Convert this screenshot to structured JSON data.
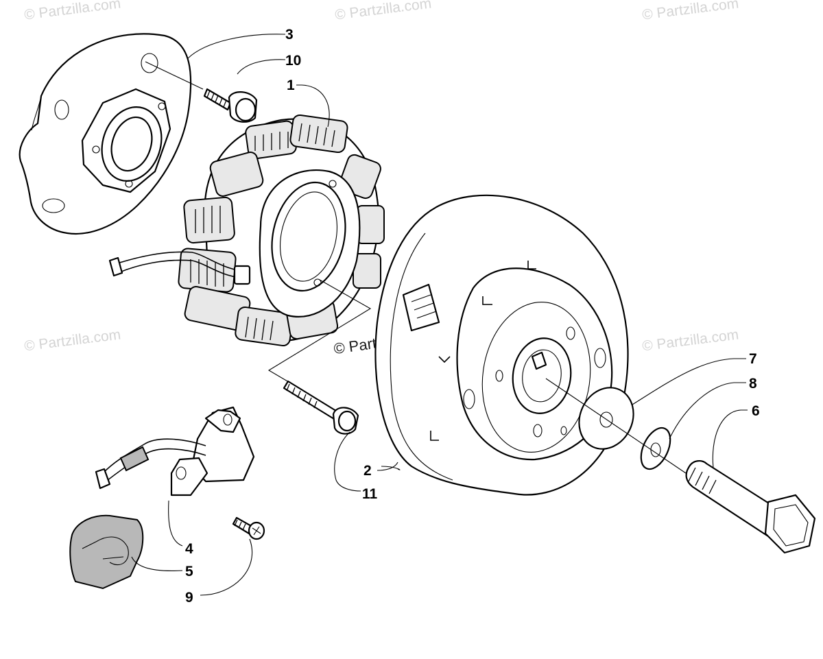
{
  "watermarks": {
    "top_left": "© Partzilla.com",
    "top_center": "© Partzilla.com",
    "top_right": "© Partzilla.com",
    "mid_left": "© Partzilla.com",
    "mid_center": "© Partzilla.com",
    "mid_right": "© Partzilla.com"
  },
  "callouts": {
    "n1": "1",
    "n2": "2",
    "n3": "3",
    "n4": "4",
    "n5": "5",
    "n6": "6",
    "n7": "7",
    "n8": "8",
    "n9": "9",
    "n10": "10",
    "n11": "11"
  },
  "parts": [
    {
      "callout": "1",
      "icon": "stator-coil-icon"
    },
    {
      "callout": "2",
      "icon": "flywheel-icon"
    },
    {
      "callout": "3",
      "icon": "stator-plate-icon"
    },
    {
      "callout": "4",
      "icon": "pickup-coil-icon"
    },
    {
      "callout": "5",
      "icon": "grommet-icon"
    },
    {
      "callout": "6",
      "icon": "flange-bolt-icon"
    },
    {
      "callout": "7",
      "icon": "washer-icon"
    },
    {
      "callout": "8",
      "icon": "lock-washer-icon"
    },
    {
      "callout": "9",
      "icon": "screw-icon"
    },
    {
      "callout": "10",
      "icon": "screw-icon"
    },
    {
      "callout": "11",
      "icon": "cap-screw-icon"
    }
  ]
}
